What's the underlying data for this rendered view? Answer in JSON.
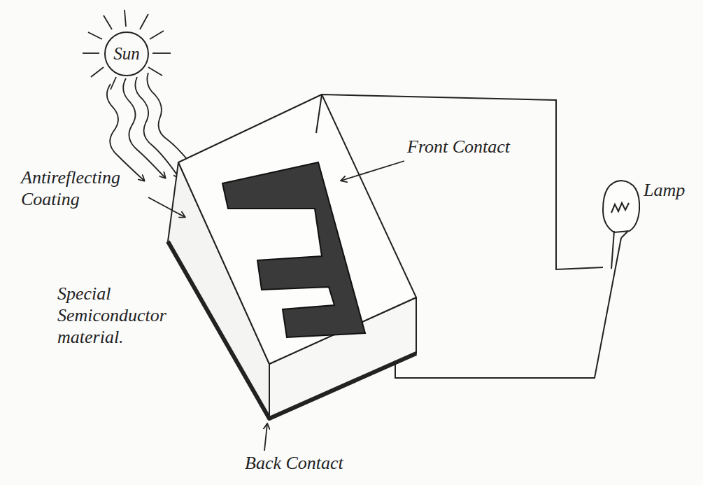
{
  "diagram": {
    "nodes": [
      {
        "text": [
          "Sun"
        ]
      }
    ],
    "labels": [
      "Antireflecting Coating",
      "Front Contact",
      "Special Semiconductor material.",
      "Lamp",
      "Back Contact"
    ]
  }
}
